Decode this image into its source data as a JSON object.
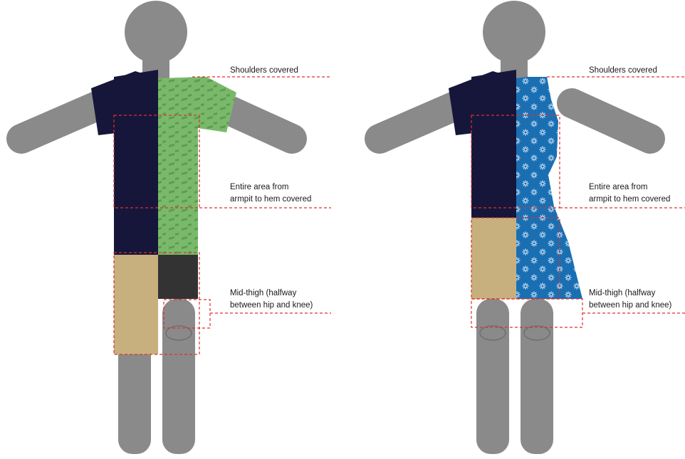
{
  "figures": [
    {
      "id": "shirt-and-shorts",
      "labels": {
        "shoulders": "Shoulders covered",
        "torso_line1": "Entire area from",
        "torso_line2": "armpit to hem covered",
        "thigh_line1": "Mid-thigh (halfway",
        "thigh_line2": "between hip and knee)"
      }
    },
    {
      "id": "dress",
      "labels": {
        "shoulders": "Shoulders covered",
        "torso_line1": "Entire area from",
        "torso_line2": "armpit to hem covered",
        "thigh_line1": "Mid-thigh (halfway",
        "thigh_line2": "between hip and knee)"
      }
    }
  ],
  "colors": {
    "body": "#8a8a8a",
    "navy": "#15163a",
    "green_pattern": "#77b866",
    "tan": "#c8b07e",
    "charcoal": "#333333",
    "blue_pattern": "#1a6fb3",
    "guide_line": "#e0302a"
  }
}
